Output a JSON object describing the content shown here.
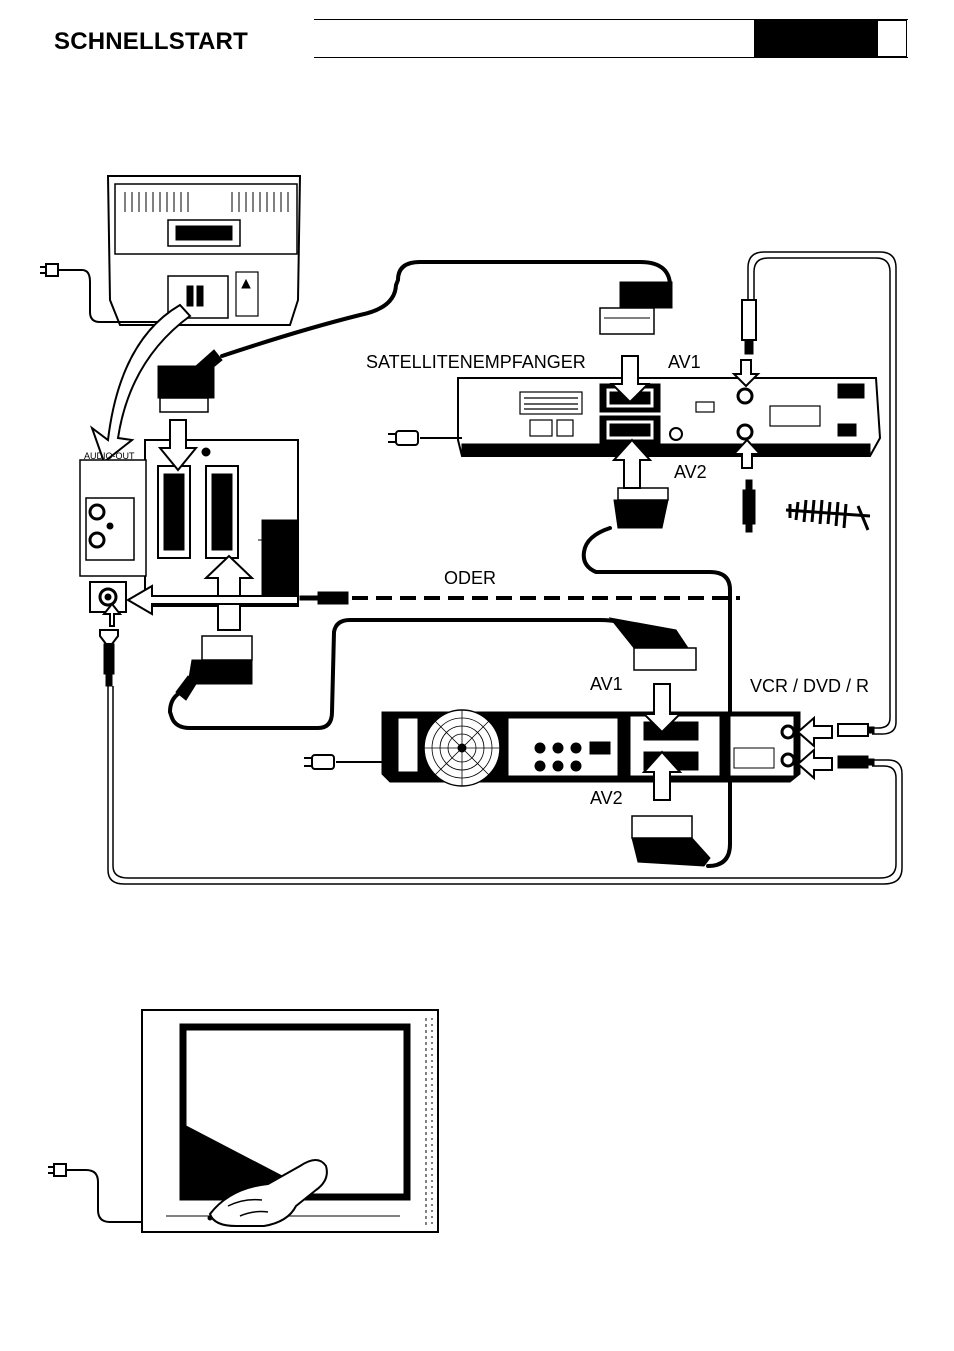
{
  "header": {
    "title": "SCHNELLSTART"
  },
  "diagram": {
    "labels": {
      "satellite_receiver": "SATELLITENEMPFANGER",
      "sat_av1": "AV1",
      "sat_av2": "AV2",
      "oder": "ODER",
      "recorder": "VCR / DVD / R",
      "rec_av1": "AV1",
      "rec_av2": "AV2"
    },
    "device_text": {
      "tv_audio_out": "AUDIO-OUT"
    }
  }
}
